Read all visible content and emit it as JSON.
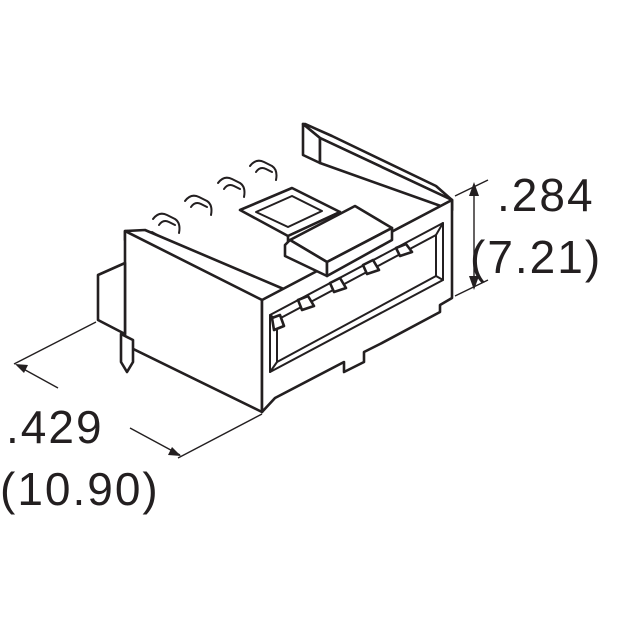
{
  "drawing": {
    "subject": "connector-header-isometric",
    "line_color": "#231f20",
    "background": "#ffffff"
  },
  "dimensions": {
    "height": {
      "inches": ".284",
      "millimeters": "(7.21)"
    },
    "width": {
      "inches": ".429",
      "millimeters": "(10.90)"
    }
  }
}
